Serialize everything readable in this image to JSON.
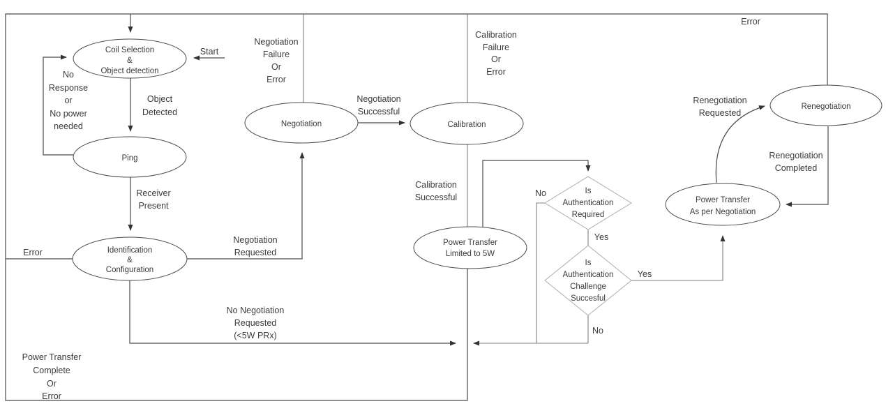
{
  "diagram_type": "state-flow-diagram",
  "colors": {
    "background": "#ffffff",
    "line_dark": "#4a4a4a",
    "line_gray": "#7f7f7f",
    "diamond_stroke": "#adadad",
    "text": "#3b3b3b"
  },
  "nodes": {
    "coil_selection": {
      "lines": [
        "Coil Selection",
        "&",
        "Object detection"
      ]
    },
    "ping": {
      "lines": [
        "Ping"
      ]
    },
    "identification": {
      "lines": [
        "Identification",
        "&",
        "Configuration"
      ]
    },
    "negotiation": {
      "lines": [
        "Negotiation"
      ]
    },
    "calibration": {
      "lines": [
        "Calibration"
      ]
    },
    "power_transfer_5w": {
      "lines": [
        "Power Transfer",
        "Limited to 5W"
      ]
    },
    "power_transfer_negotiated": {
      "lines": [
        "Power Transfer",
        "As per Negotiation"
      ]
    },
    "renegotiation": {
      "lines": [
        "Renegotiation"
      ]
    }
  },
  "decisions": {
    "auth_required": {
      "lines": [
        "Is",
        "Authentication",
        "Required"
      ]
    },
    "auth_challenge": {
      "lines": [
        "Is",
        "Authentication",
        "Challenge",
        "Succesful"
      ]
    }
  },
  "labels": {
    "start": {
      "lines": [
        "Start"
      ]
    },
    "error_top": {
      "lines": [
        "Error"
      ]
    },
    "negotiation_failure": {
      "lines": [
        "Negotiation",
        "Failure",
        "Or",
        "Error"
      ]
    },
    "calibration_failure": {
      "lines": [
        "Calibration",
        "Failure",
        "Or",
        "Error"
      ]
    },
    "no_response": {
      "lines": [
        "No",
        "Response",
        "or",
        "No power",
        "needed"
      ]
    },
    "object_detected": {
      "lines": [
        "Object",
        "Detected"
      ]
    },
    "receiver_present": {
      "lines": [
        "Receiver",
        "Present"
      ]
    },
    "error_left": {
      "lines": [
        "Error"
      ]
    },
    "negotiation_requested": {
      "lines": [
        "Negotiation",
        "Requested"
      ]
    },
    "negotiation_successful": {
      "lines": [
        "Negotiation",
        "Successful"
      ]
    },
    "calibration_successful": {
      "lines": [
        "Calibration",
        "Successful"
      ]
    },
    "no_negotiation_requested": {
      "lines": [
        "No Negotiation",
        "Requested",
        "(<5W PRx)"
      ]
    },
    "power_transfer_complete": {
      "lines": [
        "Power Transfer",
        "Complete",
        "Or",
        "Error"
      ]
    },
    "renegotiation_requested": {
      "lines": [
        "Renegotiation",
        "Requested"
      ]
    },
    "renegotiation_completed": {
      "lines": [
        "Renegotiation",
        "Completed"
      ]
    },
    "yes_auth_required": {
      "lines": [
        "Yes"
      ]
    },
    "no_auth_required": {
      "lines": [
        "No"
      ]
    },
    "yes_auth_challenge": {
      "lines": [
        "Yes"
      ]
    },
    "no_auth_challenge": {
      "lines": [
        "No"
      ]
    }
  }
}
